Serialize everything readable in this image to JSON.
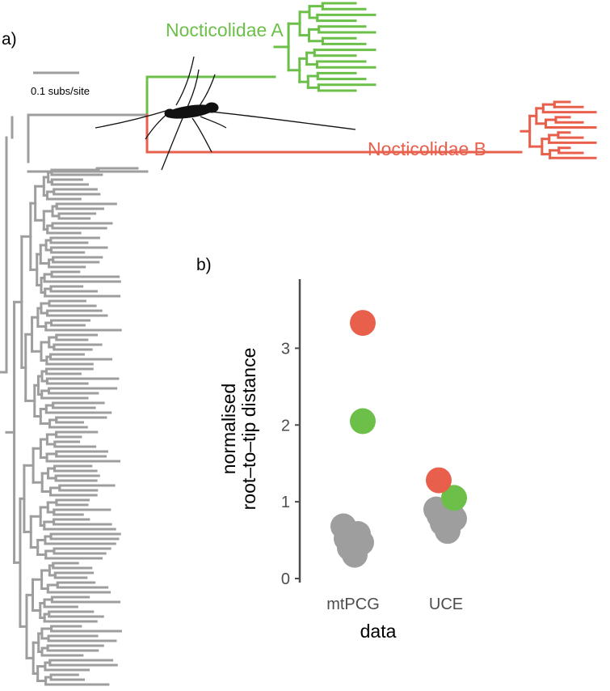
{
  "panel_a_label": "a)",
  "panel_b_label": "b)",
  "tree": {
    "scale_bar_label": "0.1 subs/site",
    "clade_a": {
      "label": "Nocticolidae A",
      "color": "#6cc04a"
    },
    "clade_b": {
      "label": "Nocticolidae B",
      "color": "#e8604c"
    },
    "other_branch_color": "#9e9e9e",
    "silhouette_icon": "cockroach-icon"
  },
  "chart_data": {
    "type": "scatter",
    "title": "",
    "xlabel": "data",
    "ylabel_lines": [
      "normalised",
      "root–to–tip distance"
    ],
    "categories": [
      "mtPCG",
      "UCE"
    ],
    "ylim": [
      0,
      3.9
    ],
    "yticks": [
      0,
      1,
      2,
      3
    ],
    "grid": false,
    "legend": "none",
    "series": [
      {
        "color": "#e8604c",
        "points": [
          {
            "x": "mtPCG",
            "y": 3.33
          },
          {
            "x": "UCE",
            "y": 1.28
          }
        ]
      },
      {
        "color": "#6cc04a",
        "points": [
          {
            "x": "mtPCG",
            "y": 2.05
          },
          {
            "x": "UCE",
            "y": 1.05
          }
        ]
      },
      {
        "color": "#9e9e9e",
        "points": [
          {
            "x": "mtPCG",
            "y": 0.68
          },
          {
            "x": "mtPCG",
            "y": 0.58
          },
          {
            "x": "mtPCG",
            "y": 0.52
          },
          {
            "x": "mtPCG",
            "y": 0.47
          },
          {
            "x": "mtPCG",
            "y": 0.4
          },
          {
            "x": "mtPCG",
            "y": 0.31
          },
          {
            "x": "UCE",
            "y": 0.9
          },
          {
            "x": "UCE",
            "y": 0.85
          },
          {
            "x": "UCE",
            "y": 0.82
          },
          {
            "x": "UCE",
            "y": 0.78
          },
          {
            "x": "UCE",
            "y": 0.72
          },
          {
            "x": "UCE",
            "y": 0.62
          }
        ]
      }
    ]
  }
}
